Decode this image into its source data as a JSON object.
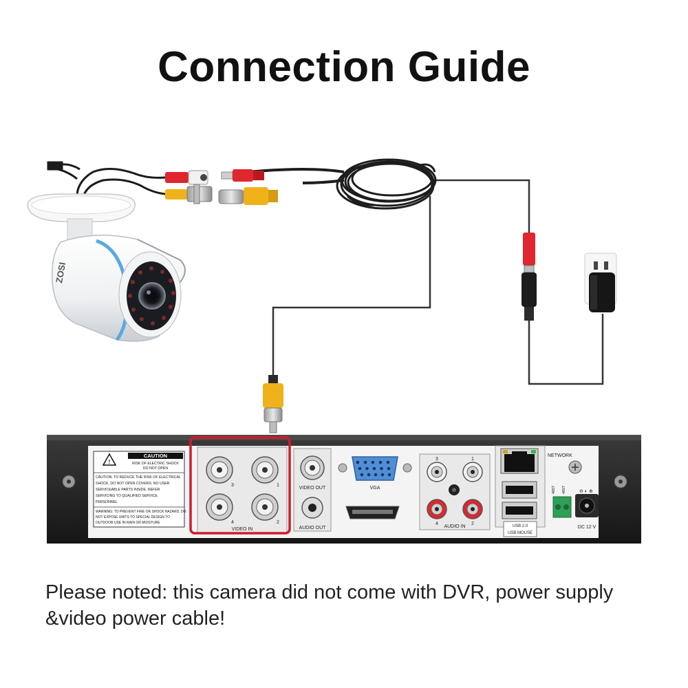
{
  "title": "Connection Guide",
  "note": "Please noted: this camera did not come with DVR, power supply &video power cable!",
  "camera": {
    "brand": "ZOSI"
  },
  "colors": {
    "highlight": "#d01c2a",
    "bnc_yellow": "#f0b21a",
    "dc_red": "#e0262e",
    "camera_ring": "#5aa9e0"
  },
  "dvr": {
    "caution": {
      "heading": "CAUTION",
      "subheading_1": "RISK OF ELECTRIC SHOCK",
      "subheading_2": "DO NOT OPEN",
      "lines": [
        "CAUTION: TO REDUCE THE RISK OF ELECTRICAL",
        "SHOCK, DO NOT OPEN COVERS. NO USER",
        "SERVICEABLE PARTS INSIDE. REFER",
        "SERVICING TO QUALIFIED SERVICE",
        "PERSONNEL"
      ]
    },
    "warning": {
      "lines": [
        "WARNING: TO PREVENT FIRE OR SHOCK HAZARD, DO",
        "NOT EXPOSE UNITS TO SPECIAL DESIGN TO",
        "OUTDOOR USE IN RAIN OR MOISTURE"
      ]
    },
    "ports": {
      "video_in": "VIDEO IN",
      "video_out": "VIDEO OUT",
      "audio_out": "AUDIO OUT",
      "vga": "VGA",
      "audio_in": "AUDIO IN",
      "network": "NETWORK",
      "usb_line1": "USB 2.0",
      "usb_line2": "USB MOUSE",
      "dc": "DC 12 V",
      "rs485_a": "485T",
      "rs485_b": "485T"
    },
    "video_in_numbers": [
      "3",
      "1",
      "4",
      "2"
    ],
    "audio_in_numbers": [
      "3",
      "1",
      "4",
      "2"
    ]
  }
}
